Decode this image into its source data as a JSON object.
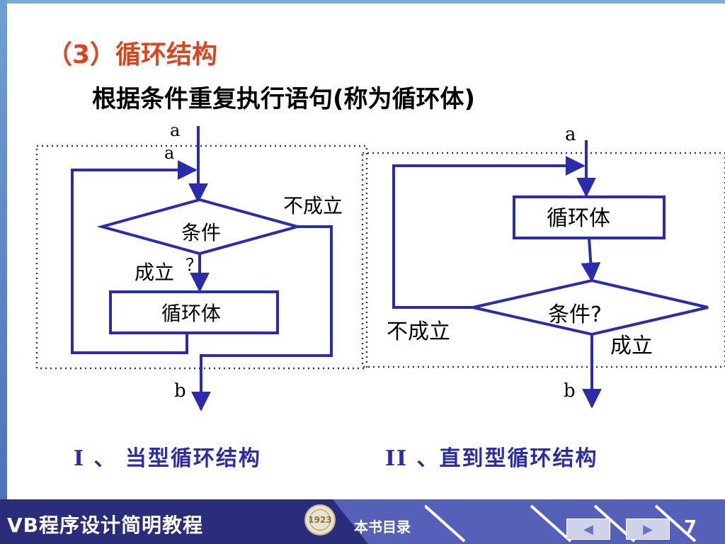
{
  "slide": {
    "title": "（3）循环结构",
    "subtitle": "根据条件重复执行语句(称为循环体)"
  },
  "diagram1": {
    "label_a_top": "a",
    "label_a_inner": "a",
    "condition_line1": "条件",
    "condition_line2": "？",
    "label_false": "不成立",
    "label_true": "成立",
    "body": "循环体",
    "label_b": "b",
    "caption": "I 、 当型循环结构"
  },
  "diagram2": {
    "label_a": "a",
    "body": "循环体",
    "condition": "条件?",
    "label_false": "不成立",
    "label_true": "成立",
    "label_b": "b",
    "caption": "II 、直到型循环结构"
  },
  "footer": {
    "course_title": "VB程序设计简明教程",
    "seal_text": "1923",
    "toc_label": "本书目录",
    "prev_icon": "◀",
    "next_icon": "▶",
    "page_number": "7"
  },
  "colors": {
    "title_red": "#e0421b",
    "flow_blue": "#2b2bb0",
    "footer_dark": "#2a2e7a",
    "footer_mid": "#5560b8"
  }
}
